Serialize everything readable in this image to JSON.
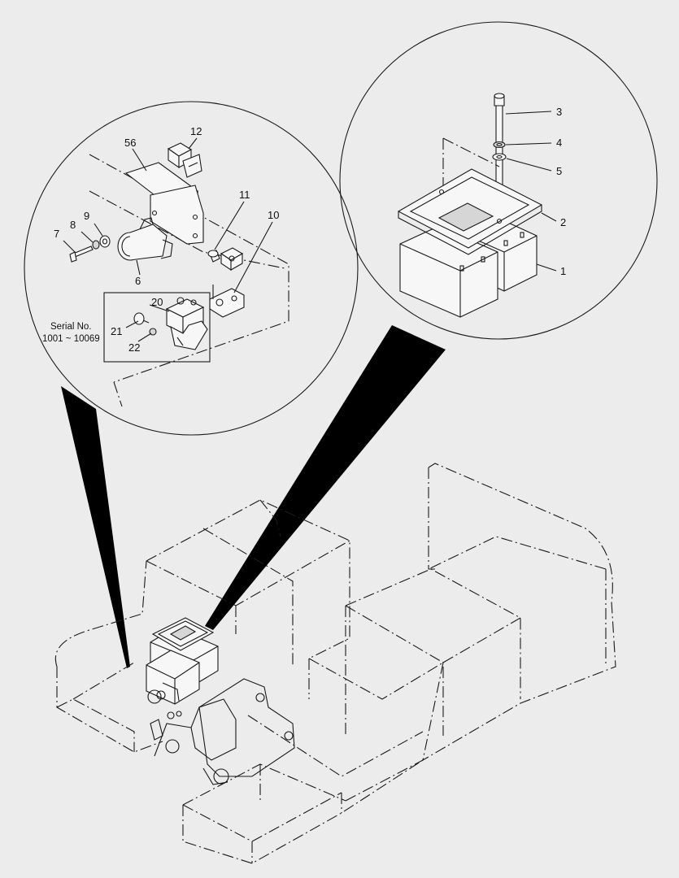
{
  "callouts": {
    "c1": "1",
    "c2": "2",
    "c3": "3",
    "c4": "4",
    "c5": "5",
    "c6": "6",
    "c7": "7",
    "c8": "8",
    "c9": "9",
    "c10": "10",
    "c11": "11",
    "c12": "12",
    "c20": "20",
    "c21": "21",
    "c22": "22",
    "c56": "56"
  },
  "serial_note": {
    "line1": "Serial No.",
    "line2": "1001 ~ 10069"
  },
  "colors": {
    "background": "#ececec",
    "line": "#1a1a1a",
    "leader_fill": "#000000"
  }
}
